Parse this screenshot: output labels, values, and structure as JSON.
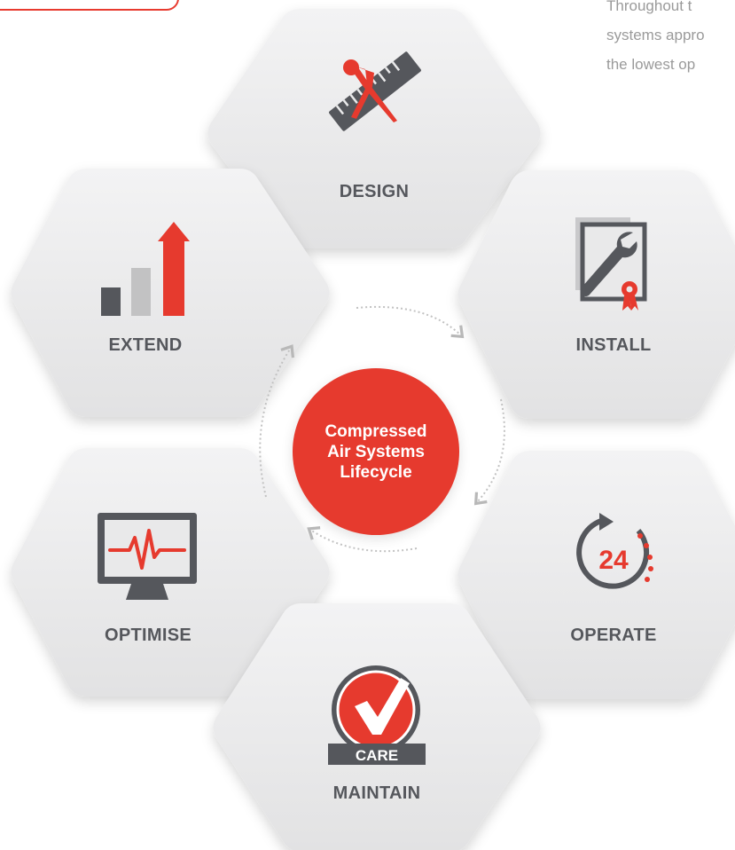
{
  "intro_lines": [
    "Throughout t",
    "systems appro",
    "the lowest op"
  ],
  "center": {
    "line1": "Compressed",
    "line2": "Air Systems",
    "line3": "Lifecycle"
  },
  "stages": {
    "design": "DESIGN",
    "install": "INSTALL",
    "operate": "OPERATE",
    "maintain": "MAINTAIN",
    "optimise": "OPTIMISE",
    "extend": "EXTEND"
  },
  "operate_icon_number": "24",
  "maintain_icon_badge": "CARE",
  "colors": {
    "accent_red": "#e63a2e",
    "icon_gray": "#55575c",
    "hex_fill": "#e9e9ea"
  }
}
